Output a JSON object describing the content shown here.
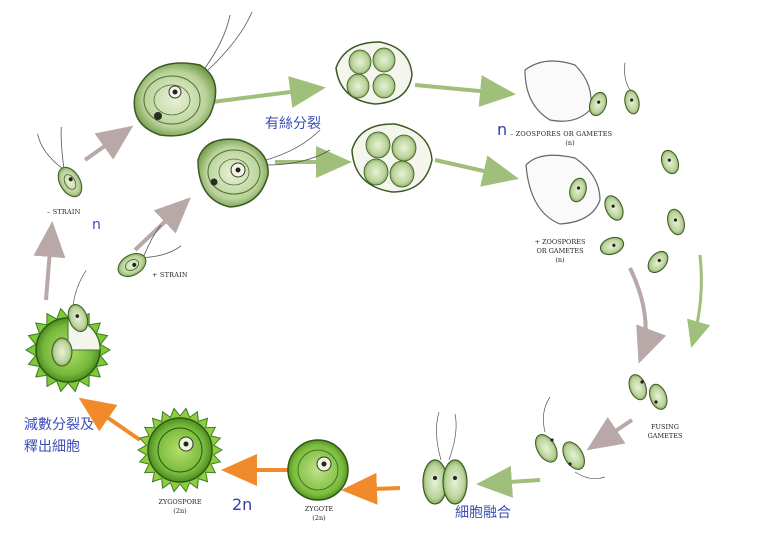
{
  "labels": {
    "minus_strain": "– STRAIN",
    "plus_strain": "+ STRAIN",
    "n_left": "n",
    "n_top": "n",
    "minus_zoospores_line1": "– ZOOSPORES OR GAMETES",
    "minus_zoospores_line2": "(n)",
    "plus_zoospores_line1": "+ ZOOSPORES",
    "plus_zoospores_line2": "OR GAMETES",
    "plus_zoospores_line3": "(n)",
    "fusing_line1": "FUSING",
    "fusing_line2": "GAMETES",
    "zygote_line1": "ZYGOTE",
    "zygote_line2": "(2n)",
    "zygospore_line1": "ZYGOSPORE",
    "zygospore_line2": "(2n)",
    "two_n": "2n",
    "mitosis": "有絲分裂",
    "fusion": "細胞融合",
    "meiosis_line1": "減數分裂及",
    "meiosis_line2": "釋出細胞"
  },
  "colors": {
    "arrow_green": "#9fbf7a",
    "arrow_gray": "#b8a8a8",
    "arrow_orange": "#f08a2a",
    "label_blue": "#3a4db8",
    "cell_green": "#6fa83a",
    "spore_green": "#7cc93a"
  }
}
